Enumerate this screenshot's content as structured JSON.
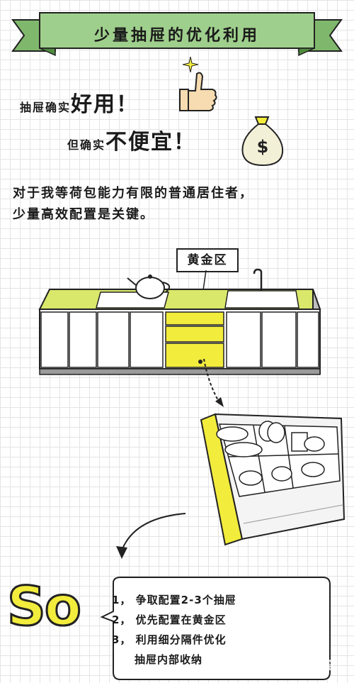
{
  "title": "少量抽屉的优化利用",
  "line1": {
    "small": "抽屉确实",
    "big": "好用！"
  },
  "line2": {
    "small": "但确实",
    "big": "不便宜！"
  },
  "paragraph": [
    "对于我等荷包能力有限的普通居住者，",
    "少量高效配置是关键。"
  ],
  "zone_label": "黄金区",
  "so_label": "So",
  "tips": [
    "1， 争取配置2-3个抽屉",
    "2， 优先配置在黄金区",
    "3， 利用细分隔件优化",
    "　　抽屉内部收纳"
  ],
  "watermark": "城视窗",
  "colors": {
    "banner": "#9fcf8c",
    "accent_yellow": "#f2ec3c",
    "counter_top": "#d9e86a"
  },
  "icons": [
    "thumbs-up-icon",
    "money-bag-icon",
    "sparkle-icon",
    "kettle-icon",
    "sink-icon"
  ]
}
